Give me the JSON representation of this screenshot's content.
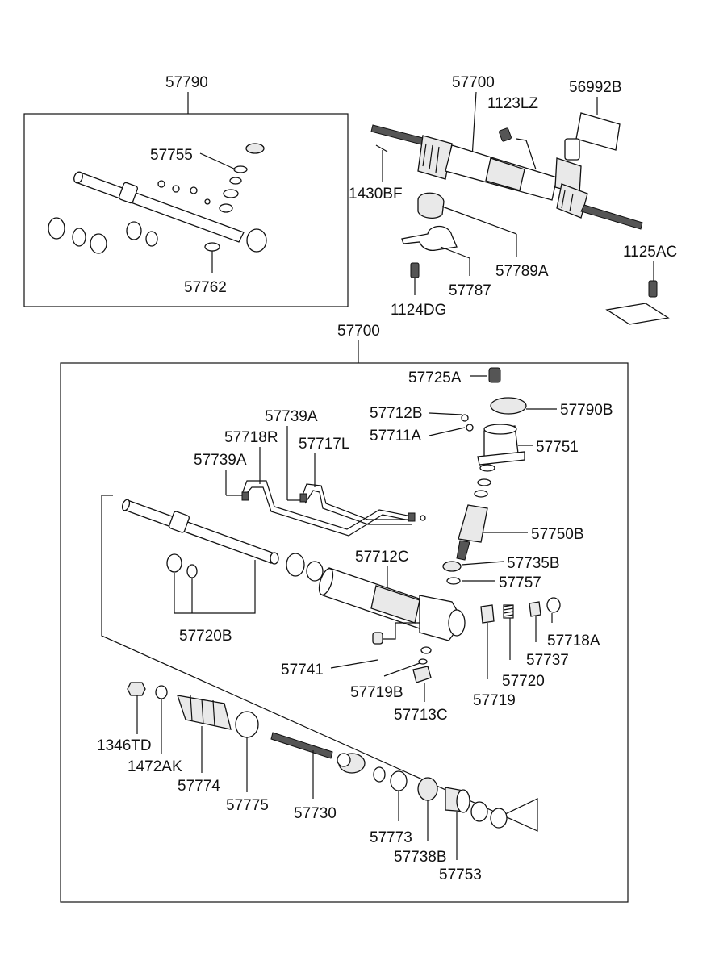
{
  "diagram": {
    "callouts": {
      "c57790": "57790",
      "c57755": "57755",
      "c57762": "57762",
      "c57700_top": "57700",
      "c1123LZ": "1123LZ",
      "c56992B": "56992B",
      "c1430BF": "1430BF",
      "c57789A": "57789A",
      "c57787": "57787",
      "c1124DG": "1124DG",
      "c1125AC": "1125AC",
      "c57700_main": "57700",
      "c57725A": "57725A",
      "c57712B": "57712B",
      "c57790B": "57790B",
      "c57711A": "57711A",
      "c57751": "57751",
      "c57739A_top": "57739A",
      "c57718R": "57718R",
      "c57717L": "57717L",
      "c57739A_left": "57739A",
      "c57750B": "57750B",
      "c57712C": "57712C",
      "c57735B": "57735B",
      "c57757": "57757",
      "c57720B": "57720B",
      "c57718A": "57718A",
      "c57737": "57737",
      "c57720": "57720",
      "c57741": "57741",
      "c57719B": "57719B",
      "c57719": "57719",
      "c57713C": "57713C",
      "c1346TD": "1346TD",
      "c1472AK": "1472AK",
      "c57774": "57774",
      "c57775": "57775",
      "c57730": "57730",
      "c57773": "57773",
      "c57738B": "57738B",
      "c57753": "57753"
    }
  }
}
